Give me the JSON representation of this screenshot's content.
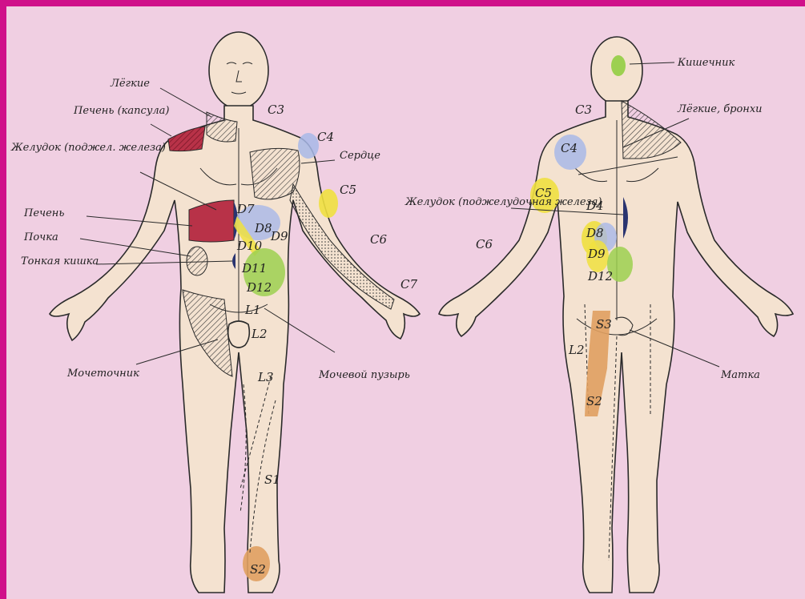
{
  "labels": {
    "lungs_front": "Лёгкие",
    "liver_capsule": "Печень (капсула)",
    "stomach_pancreas_front": "Желудок (поджел. железа)",
    "liver": "Печень",
    "kidney": "Почка",
    "small_intestine": "Тонкая кишка",
    "ureter": "Мочеточник",
    "bladder": "Мочевой пузырь",
    "heart": "Сердце",
    "intestine": "Кишечник",
    "lungs_bronchi": "Лёгкие, бронхи",
    "stomach_pancreas_back": "Желудок (поджелудочная железа)",
    "uterus": "Матка"
  },
  "segments_front": {
    "c3": "C3",
    "c4": "C4",
    "c5": "C5",
    "c6": "C6",
    "c7": "C7",
    "d7": "D7",
    "d8": "D8",
    "d9": "D9",
    "d10": "D10",
    "d11": "D11",
    "d12": "D12",
    "l1": "L1",
    "l2": "L2",
    "l3": "L3",
    "s1": "S1",
    "s2": "S2"
  },
  "segments_back": {
    "c3": "C3",
    "c4": "C4",
    "c5": "C5",
    "c6": "C6",
    "d4": "D4",
    "d8": "D8",
    "d9": "D9",
    "d12": "D12",
    "s3": "S3",
    "l2": "L2",
    "s2": "S2"
  },
  "zone_colors": {
    "red": "#b83248",
    "navy": "#2a3470",
    "blue": "#a8b8e8",
    "yellow": "#f0e040",
    "green": "#9cd050",
    "orange": "#e0a060",
    "hatch": "#3a3a3a"
  }
}
